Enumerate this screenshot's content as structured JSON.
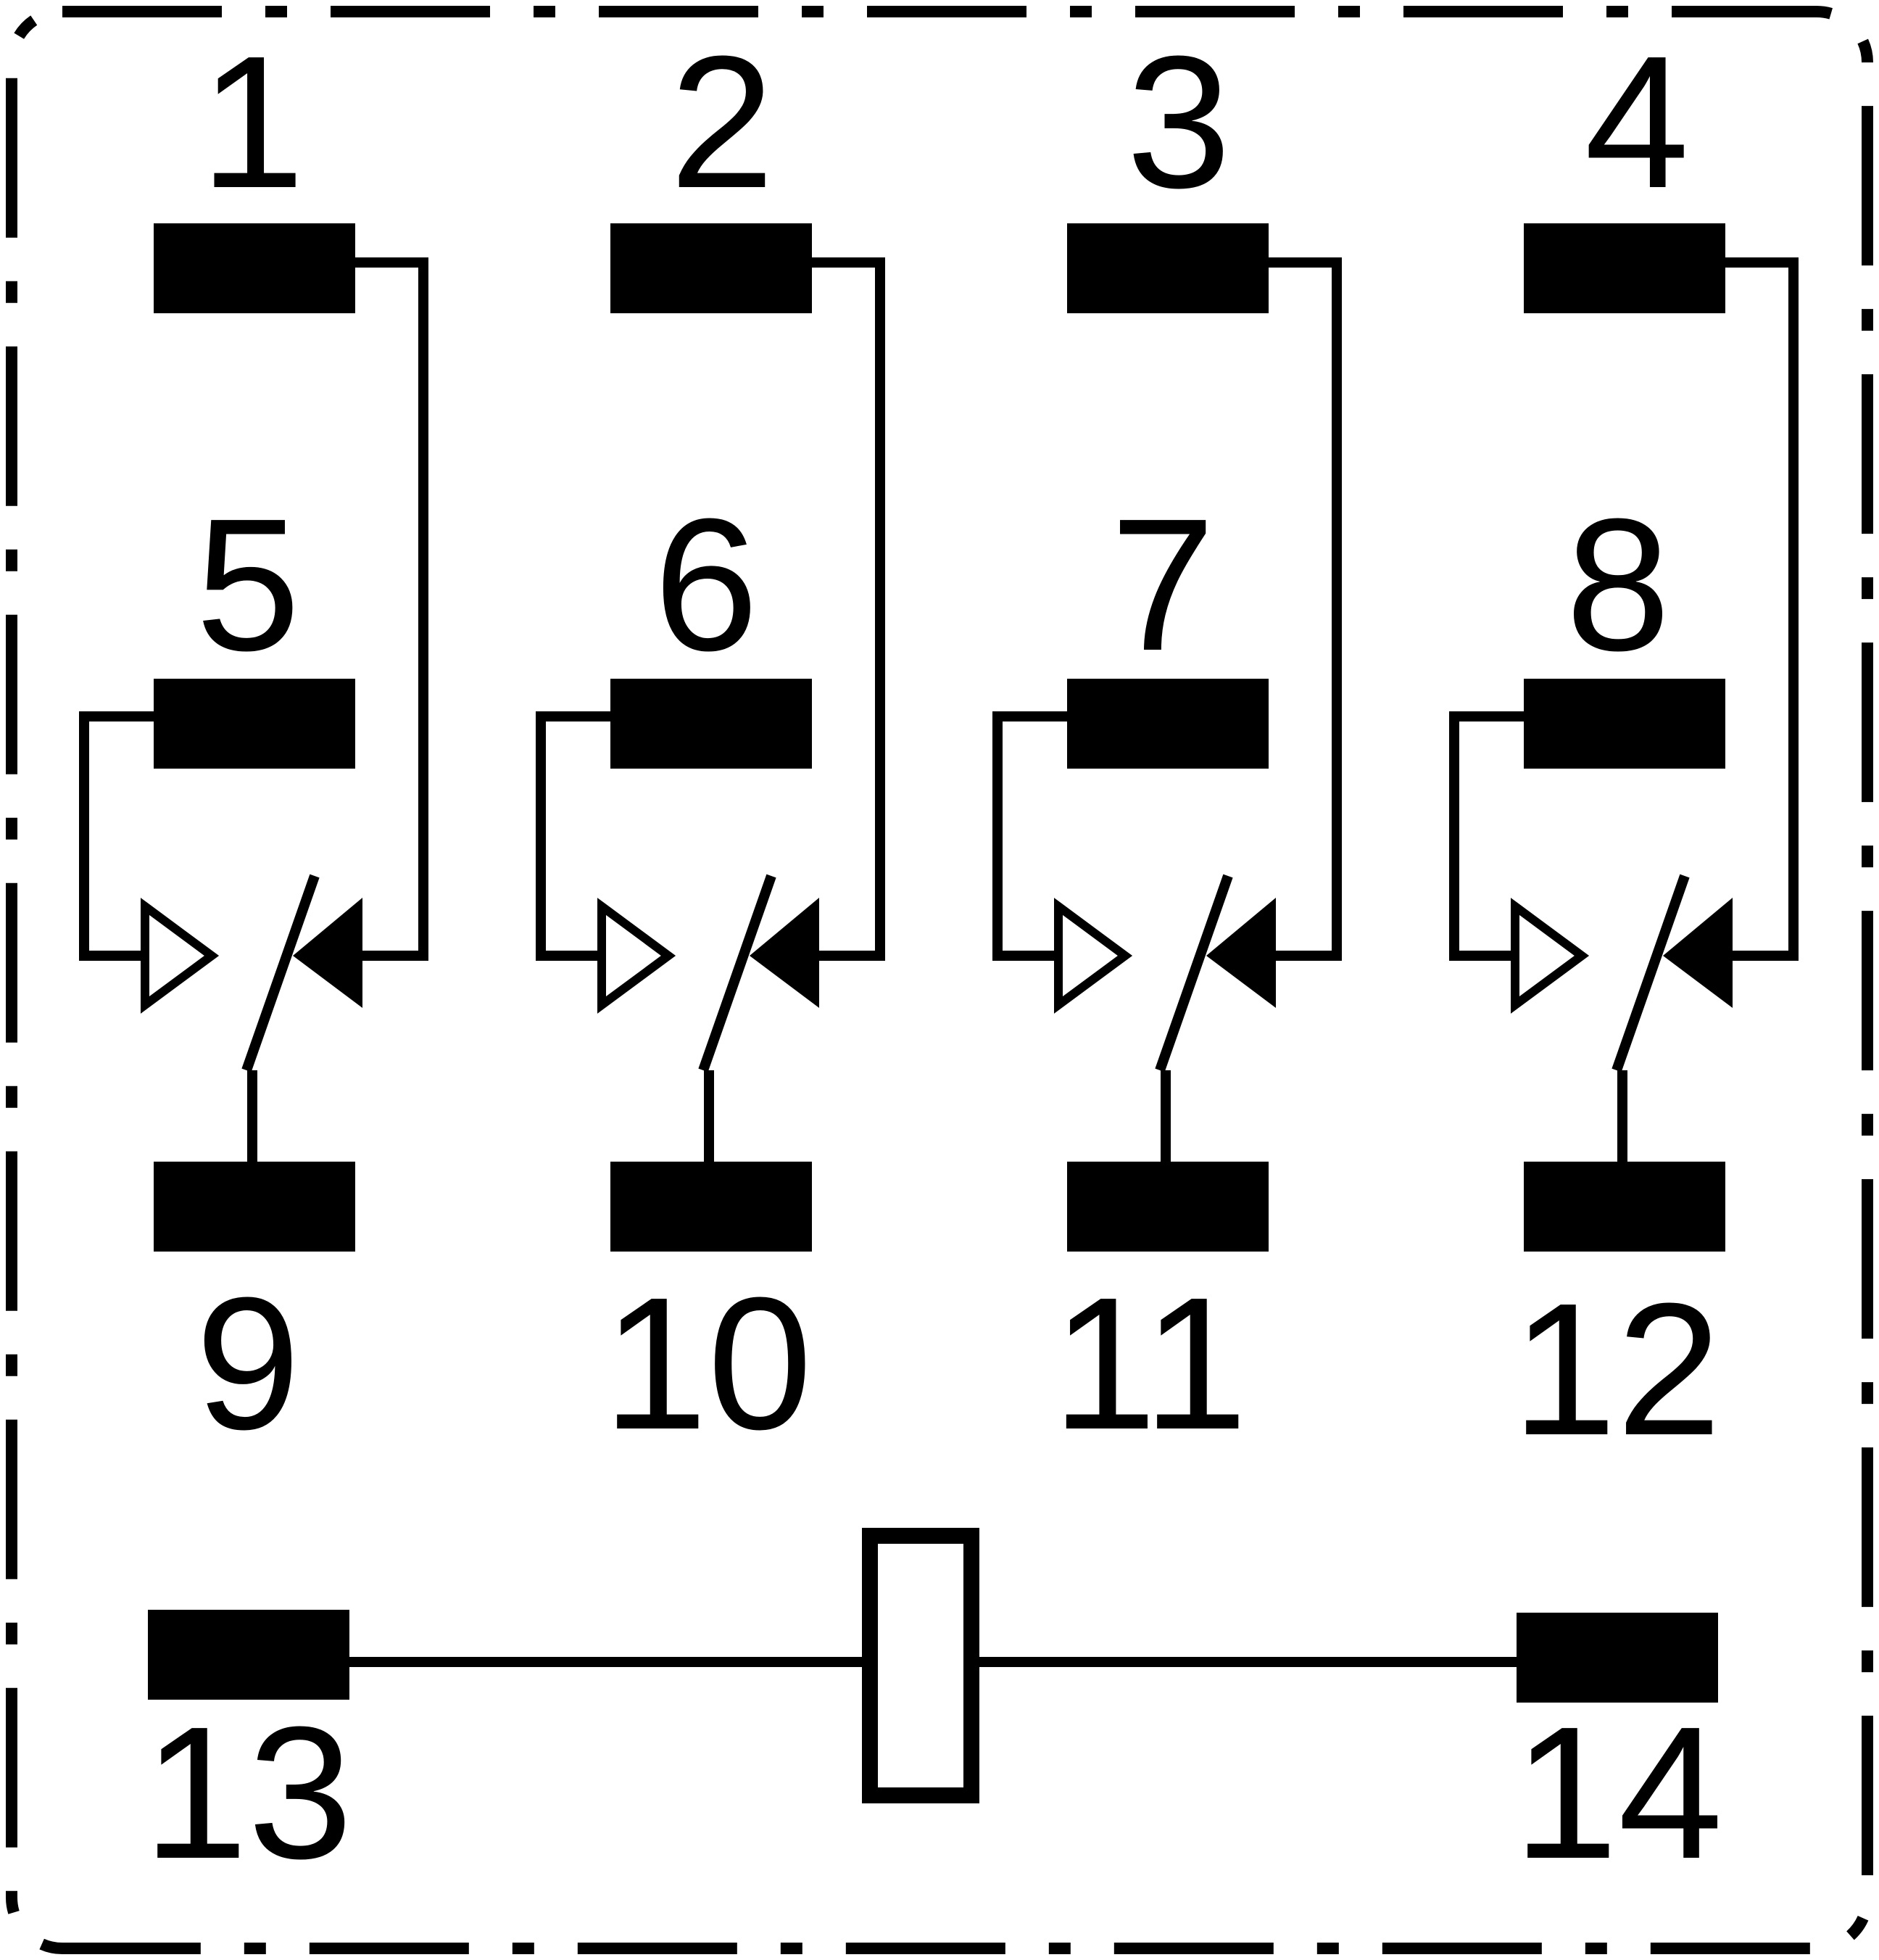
{
  "colors": {
    "ink": "#000000",
    "paper": "#ffffff"
  },
  "pins": {
    "p1": "1",
    "p2": "2",
    "p3": "3",
    "p4": "4",
    "p5": "5",
    "p6": "6",
    "p7": "7",
    "p8": "8",
    "p9": "9",
    "p10": "10",
    "p11": "11",
    "p12": "12",
    "p13": "13",
    "p14": "14"
  }
}
